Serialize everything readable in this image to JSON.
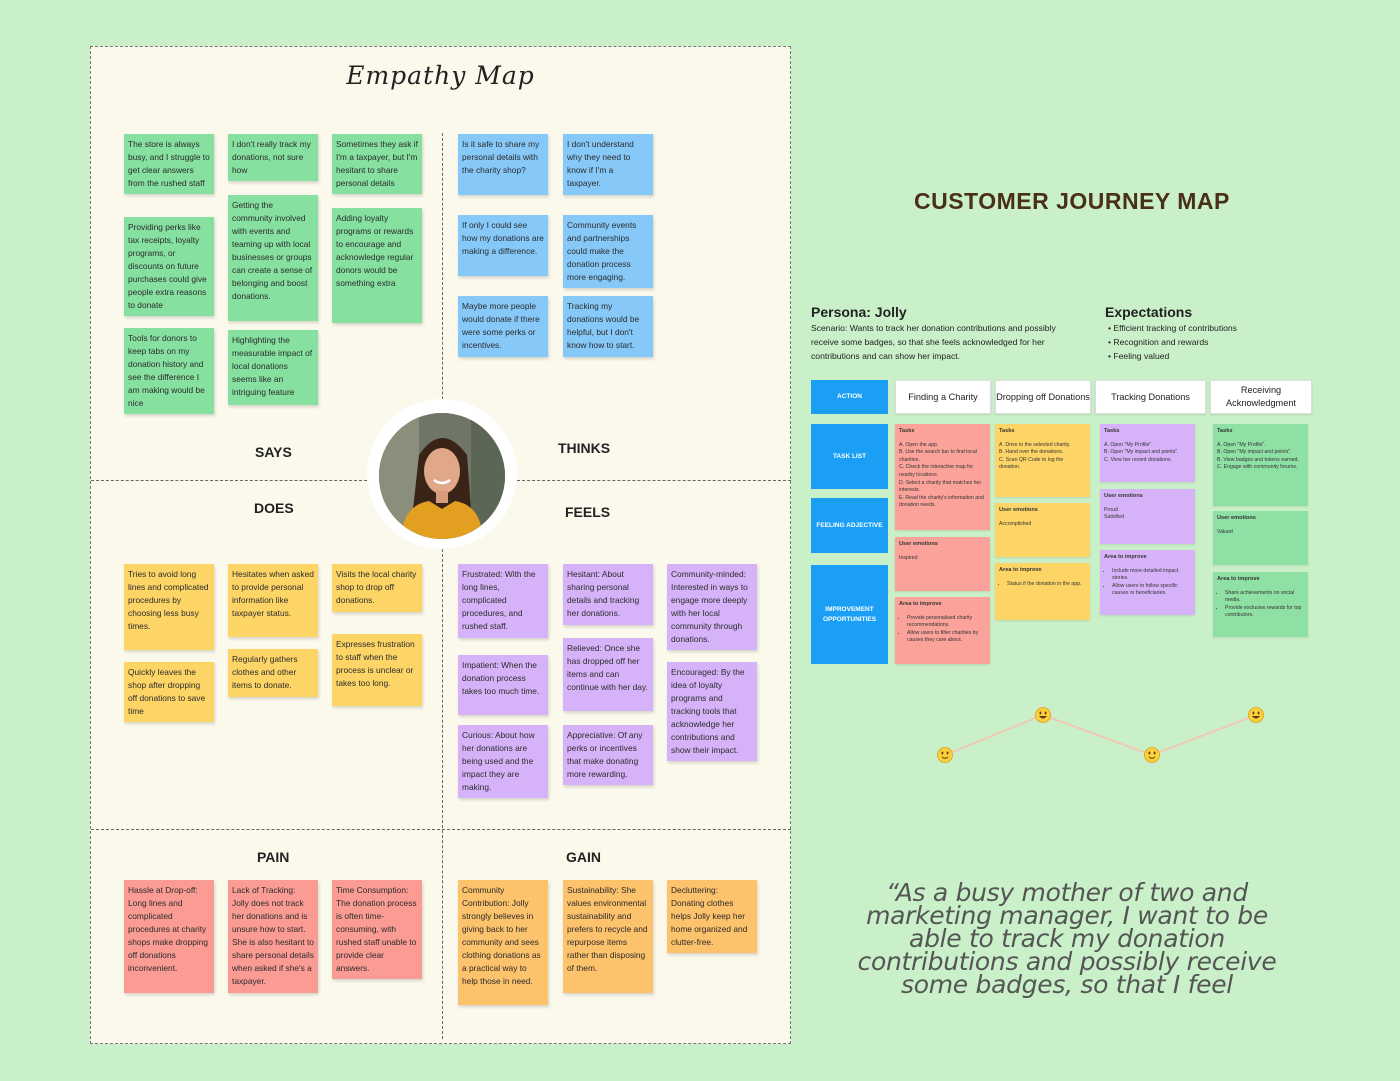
{
  "empathy_map": {
    "title": "Empathy Map",
    "quadrants": {
      "says": "SAYS",
      "thinks": "THINKS",
      "does": "DOES",
      "feels": "FEELS",
      "pain": "PAIN",
      "gain": "GAIN"
    },
    "says_notes": [
      "The store is always busy, and I struggle to get clear answers from the rushed staff",
      "Providing perks like tax receipts, loyalty programs, or discounts on future purchases could give people extra reasons to donate",
      "Tools for donors to keep tabs on my donation history and see the difference I am making would be nice",
      "I don't really track my donations, not sure how",
      "Getting the community involved with events and teaming up with local businesses or groups can create a sense of belonging and boost donations.",
      "Highlighting the measurable impact of local donations seems like an intriguing feature",
      "Sometimes they ask if I'm a taxpayer, but I'm hesitant to share personal details",
      "Adding loyalty programs or rewards to encourage and acknowledge regular donors would be something extra"
    ],
    "thinks_notes": [
      "Is it safe to share my personal details with the charity shop?",
      "I don't understand why they need to know if I'm a taxpayer.",
      "If only I could see how my donations are making a difference.",
      "Community events and partnerships could make the donation process more engaging.",
      "Maybe more people would donate if there were some perks or incentives.",
      "Tracking my donations would be helpful, but I don't know how to start."
    ],
    "does_notes": [
      "Tries to avoid long lines and complicated procedures by choosing less busy times.",
      "Quickly leaves the shop after dropping off donations to save time",
      "Hesitates when asked to provide personal information like taxpayer status.",
      "Regularly gathers clothes and other items to donate.",
      "Visits the local charity shop to drop off donations.",
      "Expresses frustration to staff when the process is unclear or takes too long."
    ],
    "feels_notes": [
      "Frustrated: With the long lines, complicated procedures, and rushed staff.",
      "Impatient: When the donation process takes too much time.",
      "Curious: About how her donations are being used and the impact they are making.",
      "Hesitant: About sharing personal details and tracking her donations.",
      "Relieved: Once she has dropped off her items and can continue with her day.",
      "Appreciative: Of any perks or incentives that make donating more rewarding.",
      "Community-minded: Interested in ways to engage more deeply with her local community through donations.",
      "Encouraged: By the idea of loyalty programs and tracking tools that acknowledge her contributions and show their impact."
    ],
    "pain_notes": [
      "Hassle at Drop-off: Long lines and complicated procedures at charity shops make dropping off donations inconvenient.",
      "Lack of Tracking: Jolly does not track her donations and is unsure how to start. She is also hesitant to share personal details when asked if she's a taxpayer.",
      "Time Consumption: The donation process is often time-consuming, with rushed staff unable to provide clear answers."
    ],
    "gain_notes": [
      "Community Contribution: Jolly strongly believes in giving back to her community and sees clothing donations as a practical way to help those in need.",
      "Sustainability: She values environmental sustainability and prefers to recycle and repurpose items rather than disposing of them.",
      "Decluttering: Donating clothes helps Jolly keep her home organized and clutter-free."
    ]
  },
  "journey_map": {
    "title": "CUSTOMER JOURNEY MAP",
    "persona_heading": "Persona: Jolly",
    "scenario": "Scenario: Wants to track her donation contributions and possibly receive some badges, so that she feels acknowledged for her contributions and can show her impact.",
    "expectations_heading": "Expectations",
    "expectations": [
      "Efficient tracking of contributions",
      "Recognition and rewards",
      "Feeling valued"
    ],
    "row_headers": [
      "ACTION",
      "TASK LIST",
      "FEELING ADJECTIVE",
      "IMPROVEMENT OPPORTUNITIES"
    ],
    "stages": [
      "Finding a Charity",
      "Dropping off Donations",
      "Tracking Donations",
      "Receiving Acknowledgment"
    ],
    "tasks_label": "Tasks",
    "emotions_label": "User emotions",
    "improve_label": "Area to improve",
    "tasks": [
      "A. Open the app.\nB. Use the search bar to find local charities.\nC. Check the interactive map for nearby locations.\nD. Select a charity that matches her interests.\nE. Read the charity's information and donation needs.",
      "A. Drive to the selected charity.\nB. Hand over the donations.\nC. Scan QR Code to log the donation.",
      "A. Open \"My Profile\".\nB. Open \"My impact and points\".\nC. View her recent donations.",
      "A. Open \"My Profile\".\nB. Open \"My impact and points\".\nB. View badges and tokens earned.\nC. Engage with community forums."
    ],
    "emotions": [
      "Inspired",
      "Accomplished",
      "Proud\nSatisfied",
      "Valued"
    ],
    "improvements": [
      [
        "Provide personalised charity recommendations.",
        "Allow users to filter charities by causes they care about."
      ],
      [
        "Status if the donation in the app."
      ],
      [
        "Include more detailed impact stories.",
        "Allow users to follow specific causes or beneficiaries."
      ],
      [
        "Share achievements on social media.",
        "Provide exclusive rewards for top contributors."
      ]
    ],
    "emotion_curve": {
      "stages": [
        "Finding a Charity",
        "Dropping off Donations",
        "Tracking Donations",
        "Receiving Acknowledgment"
      ],
      "levels": [
        1,
        2,
        1,
        2
      ],
      "icons": [
        "slight-smile-emoji",
        "grin-emoji",
        "slight-smile-emoji",
        "grin-emoji"
      ]
    }
  },
  "quote": "“As a busy mother of two and marketing manager,  I want to be able to track my donation contributions and possibly receive some badges, so that I feel",
  "colors": {
    "background": "#c9f0c8",
    "board": "#fbf9ec",
    "says": "#86e0a0",
    "thinks": "#86c9f9",
    "does": "#fdd567",
    "feels": "#d6b3f8",
    "pain": "#fa9c94",
    "gain": "#fdc26c",
    "journey_header": "#1a9ff5",
    "journey_title": "#4a2f1a"
  }
}
